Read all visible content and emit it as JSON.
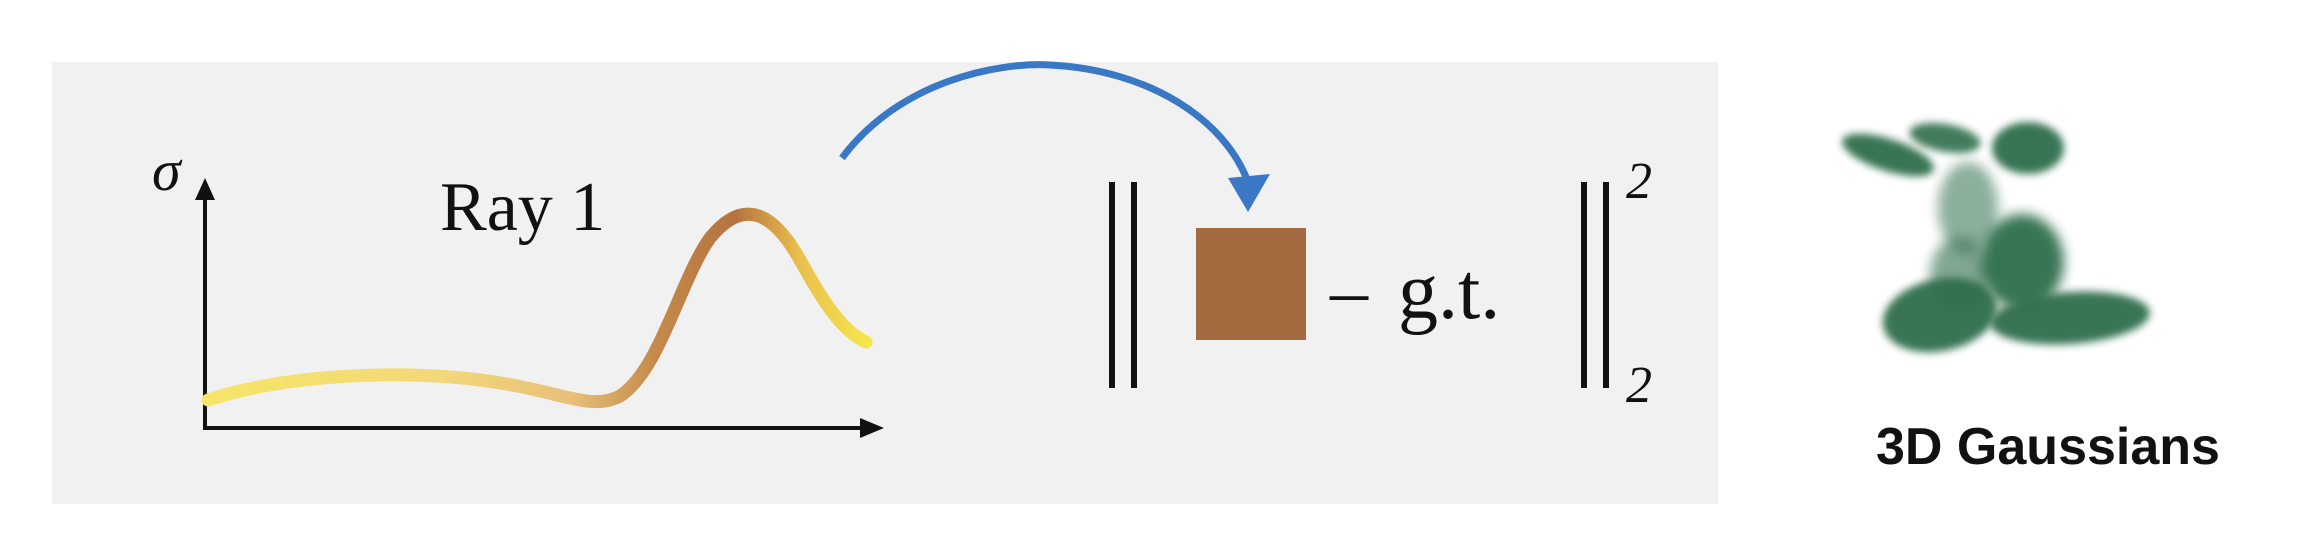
{
  "axis": {
    "y_symbol": "σ"
  },
  "ray_label": "Ray 1",
  "loss": {
    "minus": "–",
    "gt": "g.t.",
    "superscript": "2",
    "subscript": "2"
  },
  "gaussians_caption": "3D Gaussians",
  "colors": {
    "panel": "#f1f1f1",
    "arrow": "#3a78c6",
    "swatch": "#a56b40",
    "curve_light": "#f6e368",
    "curve_dark": "#b7743f",
    "gaussians": "#2f6e4b"
  }
}
